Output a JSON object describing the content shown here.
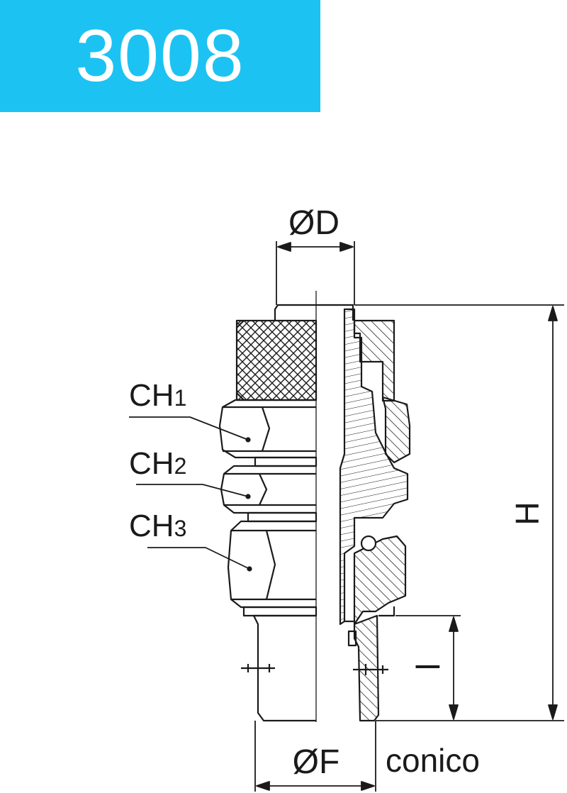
{
  "header": {
    "code": "3008",
    "bg_color": "#1cc3f2",
    "text_color": "#ffffff"
  },
  "drawing": {
    "line_color": "#1a1a1a",
    "labels": {
      "d": "ØD",
      "f": "ØF",
      "h": "H",
      "l": "l",
      "thread": "conico",
      "ch1_main": "CH",
      "ch1_sub": "1",
      "ch2_main": "CH",
      "ch2_sub": "2",
      "ch3_main": "CH",
      "ch3_sub": "3"
    }
  }
}
